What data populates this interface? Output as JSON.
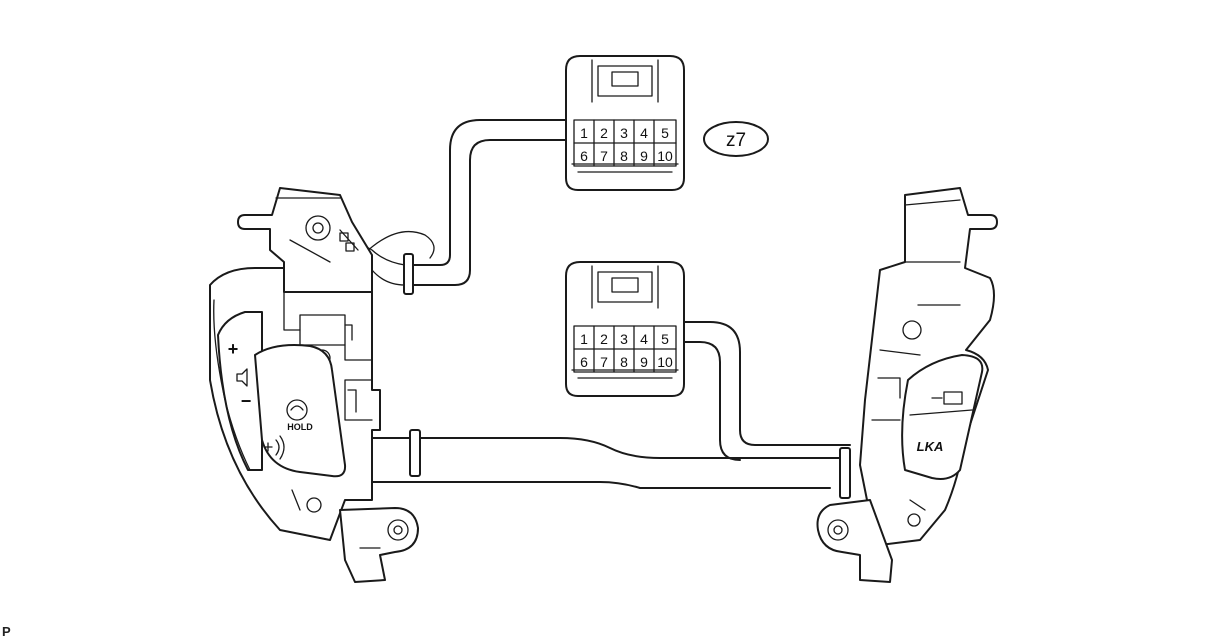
{
  "connector_label": "z7",
  "connectors": [
    {
      "name": "upper-connector",
      "pins_row1": [
        "1",
        "2",
        "3",
        "4",
        "5"
      ],
      "pins_row2": [
        "6",
        "7",
        "8",
        "9",
        "10"
      ]
    },
    {
      "name": "lower-connector",
      "pins_row1": [
        "1",
        "2",
        "3",
        "4",
        "5"
      ],
      "pins_row2": [
        "6",
        "7",
        "8",
        "9",
        "10"
      ]
    }
  ],
  "left_switch": {
    "plus_label": "+",
    "minus_label": "−",
    "hold_label": "HOLD"
  },
  "right_switch": {
    "lka_label": "LKA"
  },
  "page_code": "P",
  "colors": {
    "line": "#1a1a1a",
    "background": "#ffffff"
  }
}
